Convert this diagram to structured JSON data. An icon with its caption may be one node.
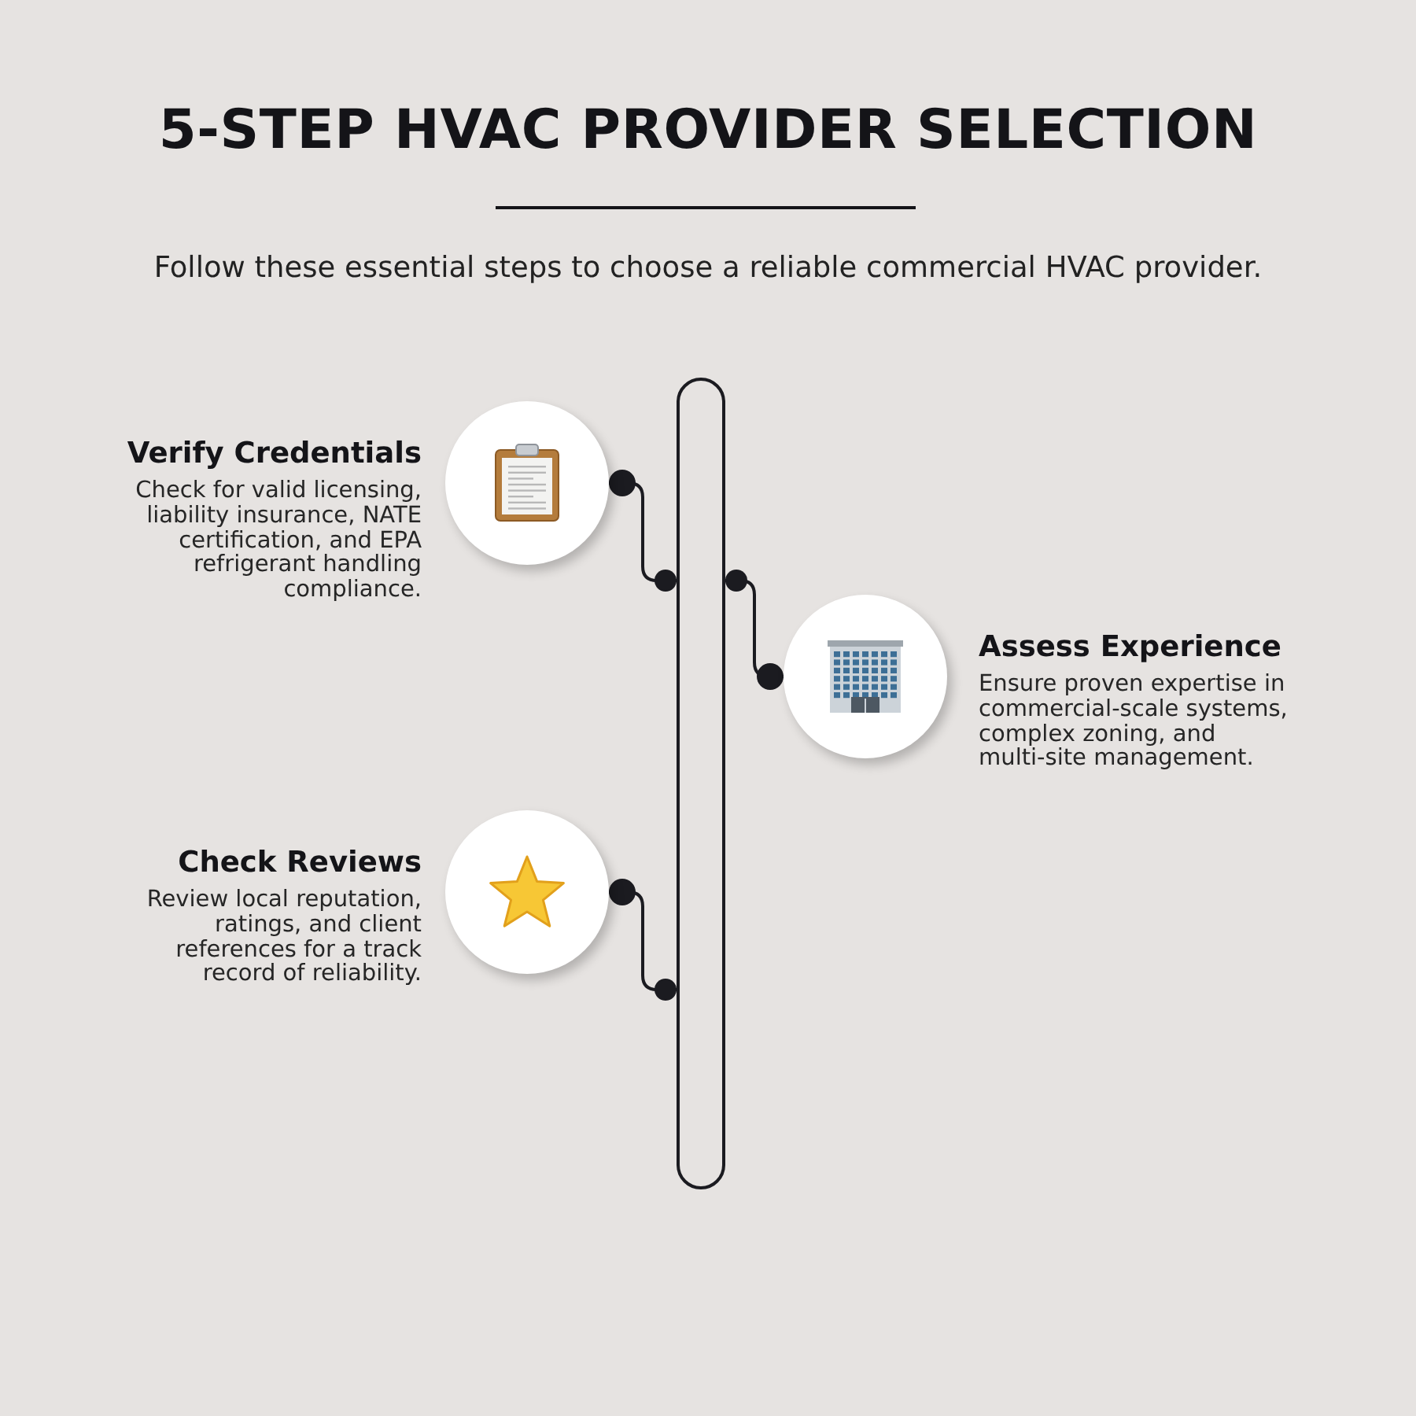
{
  "diagram": {
    "title": "5-STEP HVAC PROVIDER SELECTION",
    "nodes": [
      {
        "text": [],
        "shape": "box"
      },
      {
        "text": [],
        "shape": "circle",
        "beside": [
          "Verify Credentials",
          "Check for valid licensing, liability insurance, NATE certification, and EPA refrigerant handling compliance."
        ]
      },
      {
        "text": [],
        "shape": "circle",
        "beside": [
          "Assess Experience",
          "Ensure proven expertise in commercial-scale systems, complex zoning, and multi-site management."
        ]
      },
      {
        "text": [],
        "shape": "circle",
        "beside": [
          "Check Reviews",
          "Review local reputation, ratings, and client references for a track record of reliability."
        ]
      }
    ],
    "edges": [
      {
        "from": 1,
        "to": 0,
        "arrow": "other"
      },
      {
        "from": 2,
        "to": 0,
        "arrow": "other"
      },
      {
        "from": 3,
        "to": 0,
        "arrow": "other"
      }
    ],
    "labels": [
      "Follow these essential steps to choose a reliable commercial HVAC provider."
    ]
  }
}
